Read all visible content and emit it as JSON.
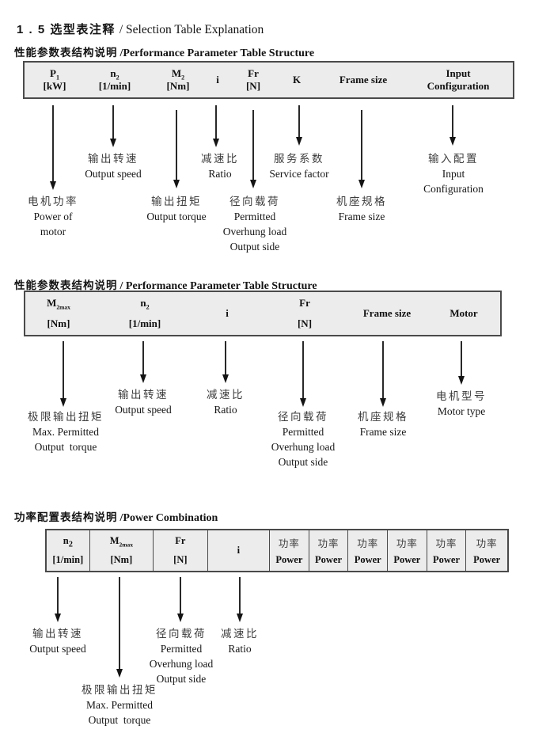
{
  "title": {
    "cn": "1 . 5 选型表注释",
    "en": "/ Selection Table Explanation"
  },
  "section1": {
    "heading_cn": "性能参数表结构说明",
    "heading_en": "/Performance Parameter Table Structure",
    "table": {
      "columns": [
        {
          "base": "P",
          "sub": "1",
          "unit": "[kW]"
        },
        {
          "base": "n",
          "sub": "2",
          "unit": "[1/min]"
        },
        {
          "base": "M",
          "sub": "2",
          "unit": "[Nm]"
        },
        {
          "base": "i"
        },
        {
          "base": "Fr",
          "unit": "[N]"
        },
        {
          "base": "K"
        },
        {
          "base": "Frame size"
        },
        {
          "base": "Input",
          "unit": "Configuration"
        }
      ]
    },
    "callouts": {
      "output_speed": {
        "lines": [
          "输出转速",
          "Output speed"
        ]
      },
      "ratio": {
        "lines": [
          "减速比",
          "Ratio"
        ]
      },
      "service_factor": {
        "lines": [
          "服务系数",
          "Service factor"
        ]
      },
      "input_configuration": {
        "lines": [
          "输入配置",
          "Input",
          "Configuration"
        ]
      },
      "power_of_motor": {
        "lines": [
          "电机功率",
          "Power of",
          "motor"
        ]
      },
      "output_torque": {
        "lines": [
          "输出扭矩",
          "Output torque"
        ]
      },
      "overhung_load": {
        "lines": [
          "径向载荷",
          "Permitted",
          "Overhung load",
          "Output side"
        ]
      },
      "frame_size": {
        "lines": [
          "机座规格",
          "Frame size"
        ]
      }
    }
  },
  "section2": {
    "heading_cn": "性能参数表结构说明",
    "heading_en": "/ Performance Parameter Table Structure",
    "table": {
      "columns": [
        {
          "base": "M",
          "sub": "2max",
          "unit": "[Nm]"
        },
        {
          "base": "n",
          "sub": "2",
          "unit": "[1/min]"
        },
        {
          "base": "i"
        },
        {
          "base": "Fr",
          "unit": "[N]"
        },
        {
          "base": "Frame size"
        },
        {
          "base": "Motor"
        }
      ]
    },
    "callouts": {
      "output_speed": {
        "lines": [
          "输出转速",
          "Output speed"
        ]
      },
      "ratio": {
        "lines": [
          "减速比",
          "Ratio"
        ]
      },
      "motor_type": {
        "lines": [
          "电机型号",
          "Motor type"
        ]
      },
      "max_output_torque": {
        "lines": [
          "极限输出扭矩",
          "Max. Permitted",
          "Output  torque"
        ]
      },
      "overhung_load": {
        "lines": [
          "径向载荷",
          "Permitted",
          "Overhung load",
          "Output side"
        ]
      },
      "frame_size": {
        "lines": [
          "机座规格",
          "Frame size"
        ]
      }
    }
  },
  "section3": {
    "heading_cn": "功率配置表结构说明",
    "heading_en": "/Power Combination",
    "table": {
      "columns": [
        {
          "base": "n",
          "sub": "2",
          "unit": "[1/min]"
        },
        {
          "base": "M",
          "sub": "2max",
          "unit": "[Nm]"
        },
        {
          "base": "Fr",
          "unit": "[N]"
        },
        {
          "base": "i"
        }
      ],
      "power_columns": [
        {
          "cn": "功率",
          "en": "Power"
        },
        {
          "cn": "功率",
          "en": "Power"
        },
        {
          "cn": "功率",
          "en": "Power"
        },
        {
          "cn": "功率",
          "en": "Power"
        },
        {
          "cn": "功率",
          "en": "Power"
        },
        {
          "cn": "功率",
          "en": "Power"
        }
      ]
    },
    "callouts": {
      "output_speed": {
        "lines": [
          "输出转速",
          "Output speed"
        ]
      },
      "overhung_load": {
        "lines": [
          "径向载荷",
          "Permitted",
          "Overhung load",
          "Output side"
        ]
      },
      "ratio": {
        "lines": [
          "减速比",
          "Ratio"
        ]
      },
      "max_output_torque": {
        "lines": [
          "极限输出扭矩",
          "Max. Permitted",
          "Output  torque"
        ]
      }
    }
  }
}
